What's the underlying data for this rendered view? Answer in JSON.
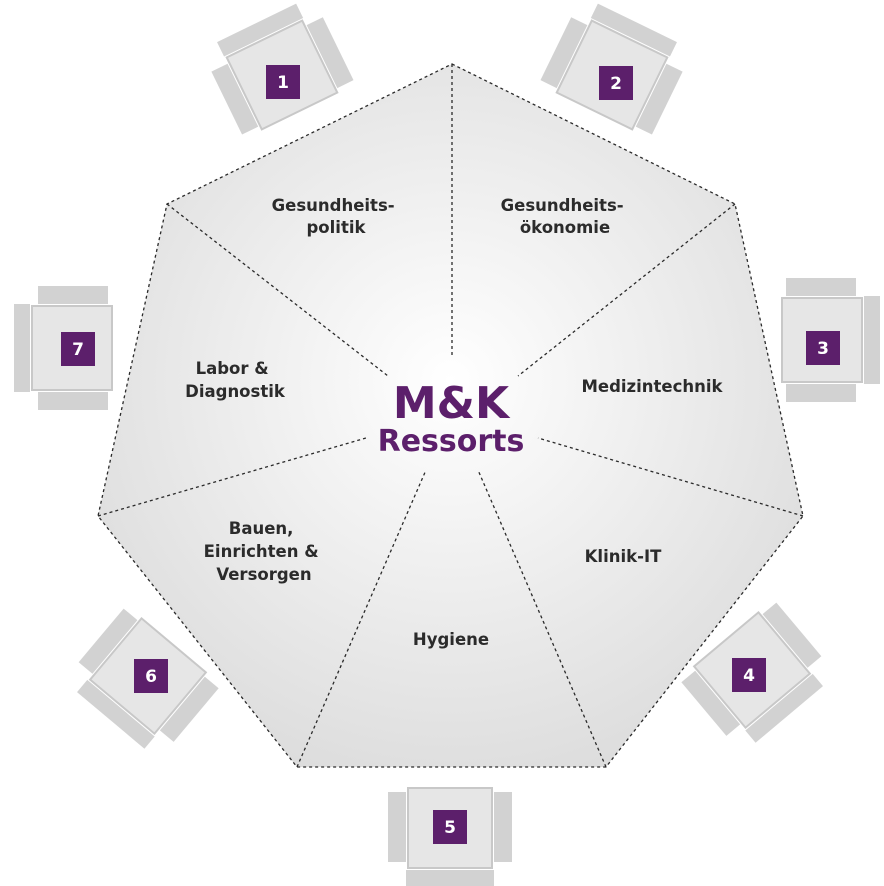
{
  "center": {
    "line1": "M&K",
    "line2": "Ressorts"
  },
  "segments": [
    {
      "line1": "Gesundheits-",
      "line2": "politik"
    },
    {
      "line1": "Gesundheits-",
      "line2": "ökonomie"
    },
    {
      "line1": "Medizintechnik",
      "line2": ""
    },
    {
      "line1": "Klinik-IT",
      "line2": ""
    },
    {
      "line1": "Hygiene",
      "line2": ""
    },
    {
      "line1": "Bauen,",
      "line2": "Einrichten &",
      "line3": "Versorgen"
    },
    {
      "line1": "Labor &",
      "line2": "Diagnostik"
    }
  ],
  "seats": [
    "1",
    "2",
    "3",
    "4",
    "5",
    "6",
    "7"
  ],
  "colors": {
    "accent": "#5c1f6b",
    "chair": "#d2d2d2",
    "text": "#2b2b2b"
  }
}
